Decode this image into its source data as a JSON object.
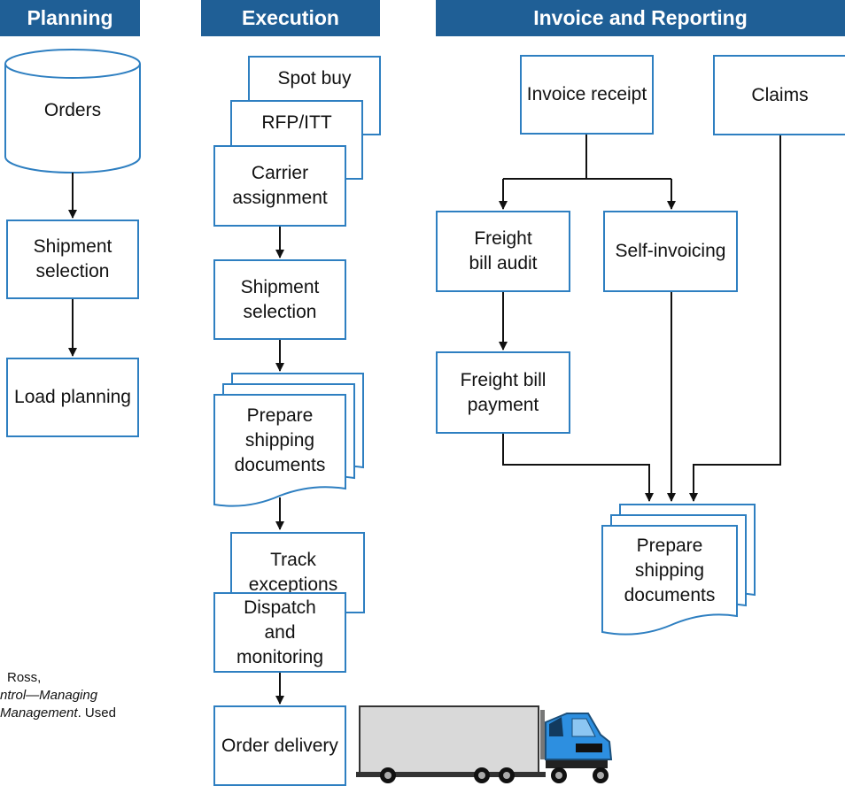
{
  "headers": {
    "planning": "Planning",
    "execution": "Execution",
    "invoice": "Invoice and Reporting"
  },
  "planning": {
    "orders": "Orders",
    "shipment_selection": "Shipment selection",
    "load_planning": "Load planning"
  },
  "execution": {
    "spot_buy": "Spot buy",
    "rfp_itt": "RFP/ITT",
    "carrier_assignment": "Carrier assignment",
    "shipment_selection": "Shipment selection",
    "prepare_docs": "Prepare shipping documents",
    "track_exceptions": "Track exceptions",
    "dispatch": "Dispatch and monitoring",
    "order_delivery": "Order delivery"
  },
  "invoice": {
    "invoice_receipt": "Invoice receipt",
    "claims": "Claims",
    "freight_bill_audit": "Freight bill audit",
    "self_invoicing": "Self-invoicing",
    "freight_bill_payment": "Freight bill payment",
    "prepare_docs": "Prepare shipping documents"
  },
  "credit": {
    "line1": "Ross,",
    "line2": "ntrol—Managing",
    "line3_italic": "Management",
    "line3_rest": ". Used"
  },
  "colors": {
    "header_bg": "#1f5f96",
    "box_border": "#2e7fc1",
    "arrow": "#111111"
  }
}
